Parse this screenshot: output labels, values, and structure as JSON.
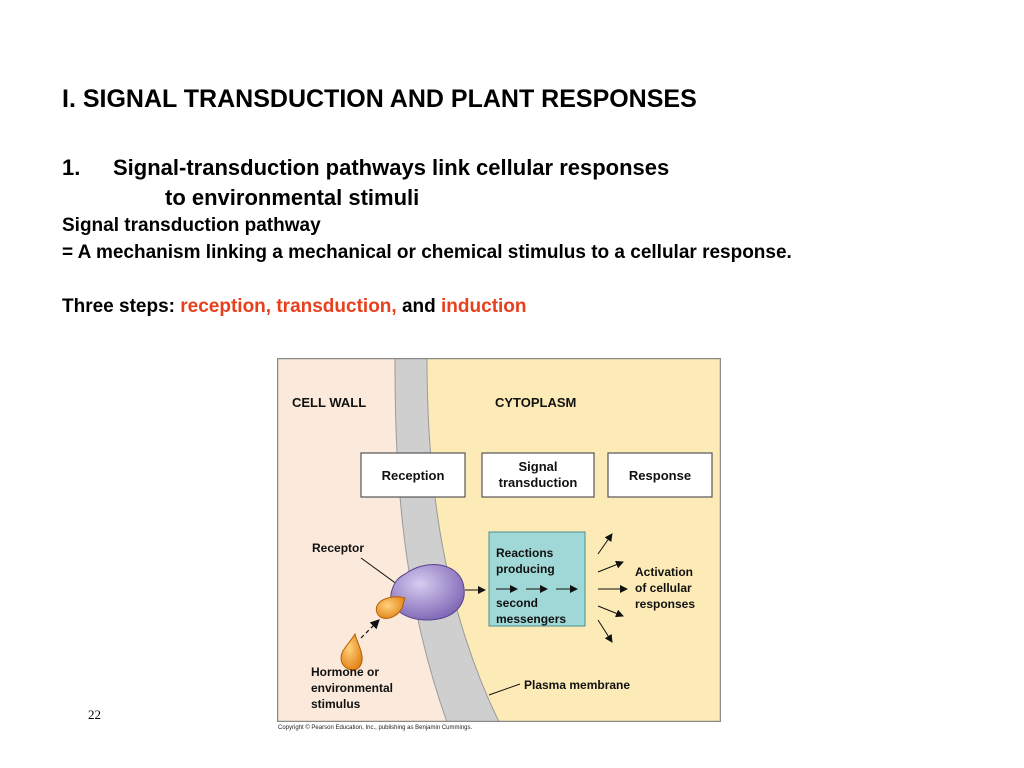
{
  "slide": {
    "title": "I.  SIGNAL TRANSDUCTION AND PLANT RESPONSES",
    "section_number": "1.",
    "section_heading_line1": "Signal-transduction pathways link cellular responses",
    "section_heading_line2": "to environmental stimuli",
    "definition_label": "Signal transduction pathway",
    "definition_text": "= A mechanism linking a mechanical or chemical stimulus to a cellular response.",
    "steps_prefix": "Three steps: ",
    "steps_red1": "reception, transduction,",
    "steps_and": " and ",
    "steps_red2": "induction",
    "page_number": "22"
  },
  "figure": {
    "cell_wall_label": "CELL WALL",
    "cytoplasm_label": "CYTOPLASM",
    "box_reception": "Reception",
    "box_transduction_line1": "Signal",
    "box_transduction_line2": "transduction",
    "box_response": "Response",
    "receptor_label": "Receptor",
    "reactions_line1": "Reactions",
    "reactions_line2": "producing",
    "reactions_line3": "second",
    "reactions_line4": "messengers",
    "activation_line1": "Activation",
    "activation_line2": "of cellular",
    "activation_line3": "responses",
    "hormone_line1": "Hormone or",
    "hormone_line2": "environmental",
    "hormone_line3": "stimulus",
    "membrane_label": "Plasma membrane",
    "credit": "Copyright © Pearson Education, Inc., publishing as Benjamin Cummings.",
    "colors": {
      "cell_wall_bg": "#fbeadb",
      "cytoplasm_bg": "#fcebb6",
      "membrane": "#cfcfcf",
      "receptor": "#9b86c9",
      "hormone": "#f29a1f",
      "reactions_box": "#9fd8d6"
    }
  }
}
